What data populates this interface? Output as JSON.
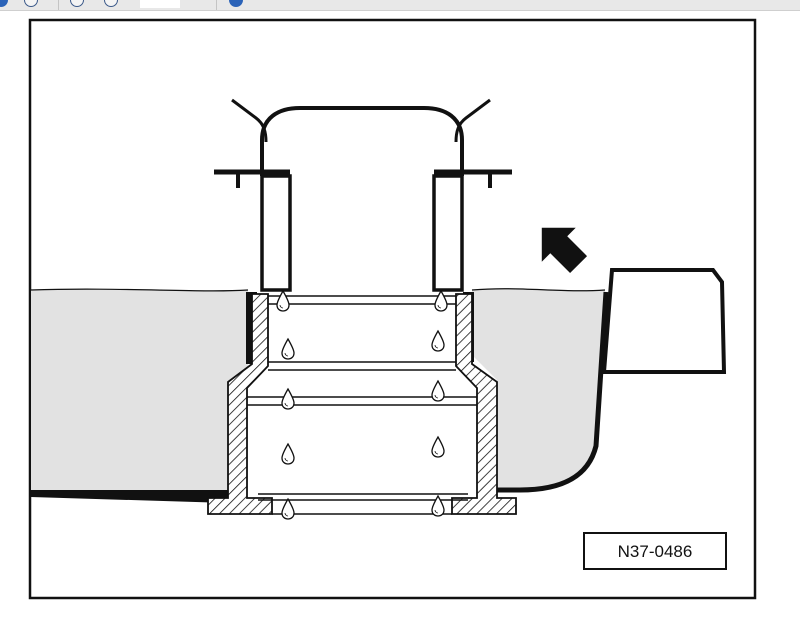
{
  "toolbar": {
    "buttons": [
      {
        "name": "back-button",
        "icon": "back-arrow-icon"
      },
      {
        "name": "refresh-button",
        "icon": "refresh-icon"
      },
      {
        "name": "zoom-out-button",
        "icon": "zoom-out-icon"
      },
      {
        "name": "zoom-in-button",
        "icon": "zoom-in-icon"
      },
      {
        "name": "info-button",
        "icon": "info-icon"
      }
    ]
  },
  "figure": {
    "reference_code": "N37-0486"
  },
  "colors": {
    "line": "#111111",
    "fluid": "#e2e2e2",
    "background": "#ffffff"
  }
}
